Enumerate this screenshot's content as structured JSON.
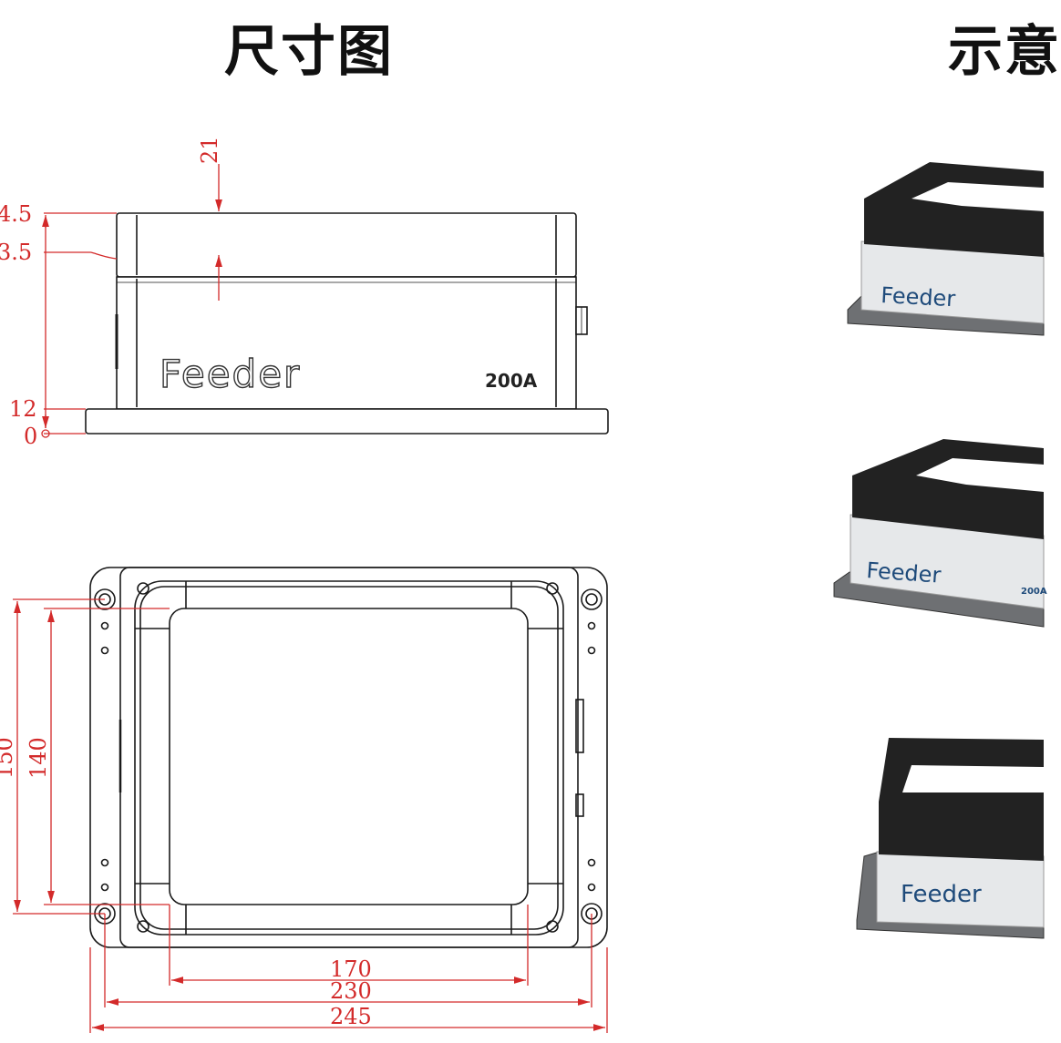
{
  "titles": {
    "left": "尺寸图",
    "right": "示意"
  },
  "colors": {
    "dimension": "#d32a2a",
    "outline": "#1a1a1a",
    "render_band": "#222222",
    "render_body": "#e6e8ea",
    "render_base": "#6e7073",
    "brand_text": "#1e4a7a"
  },
  "side_view": {
    "top_dim": "21",
    "left_dims": [
      "4.5",
      "3.5",
      "12",
      "0"
    ],
    "brand": "Feeder",
    "model": "200A"
  },
  "top_view": {
    "vertical_dims": [
      "150",
      "140"
    ],
    "horizontal_dims": [
      "170",
      "230",
      "245"
    ]
  },
  "renders": [
    {
      "brand": "Feeder",
      "model": ""
    },
    {
      "brand": "Feeder",
      "model": "200A"
    },
    {
      "brand": "Feeder",
      "model": ""
    }
  ]
}
